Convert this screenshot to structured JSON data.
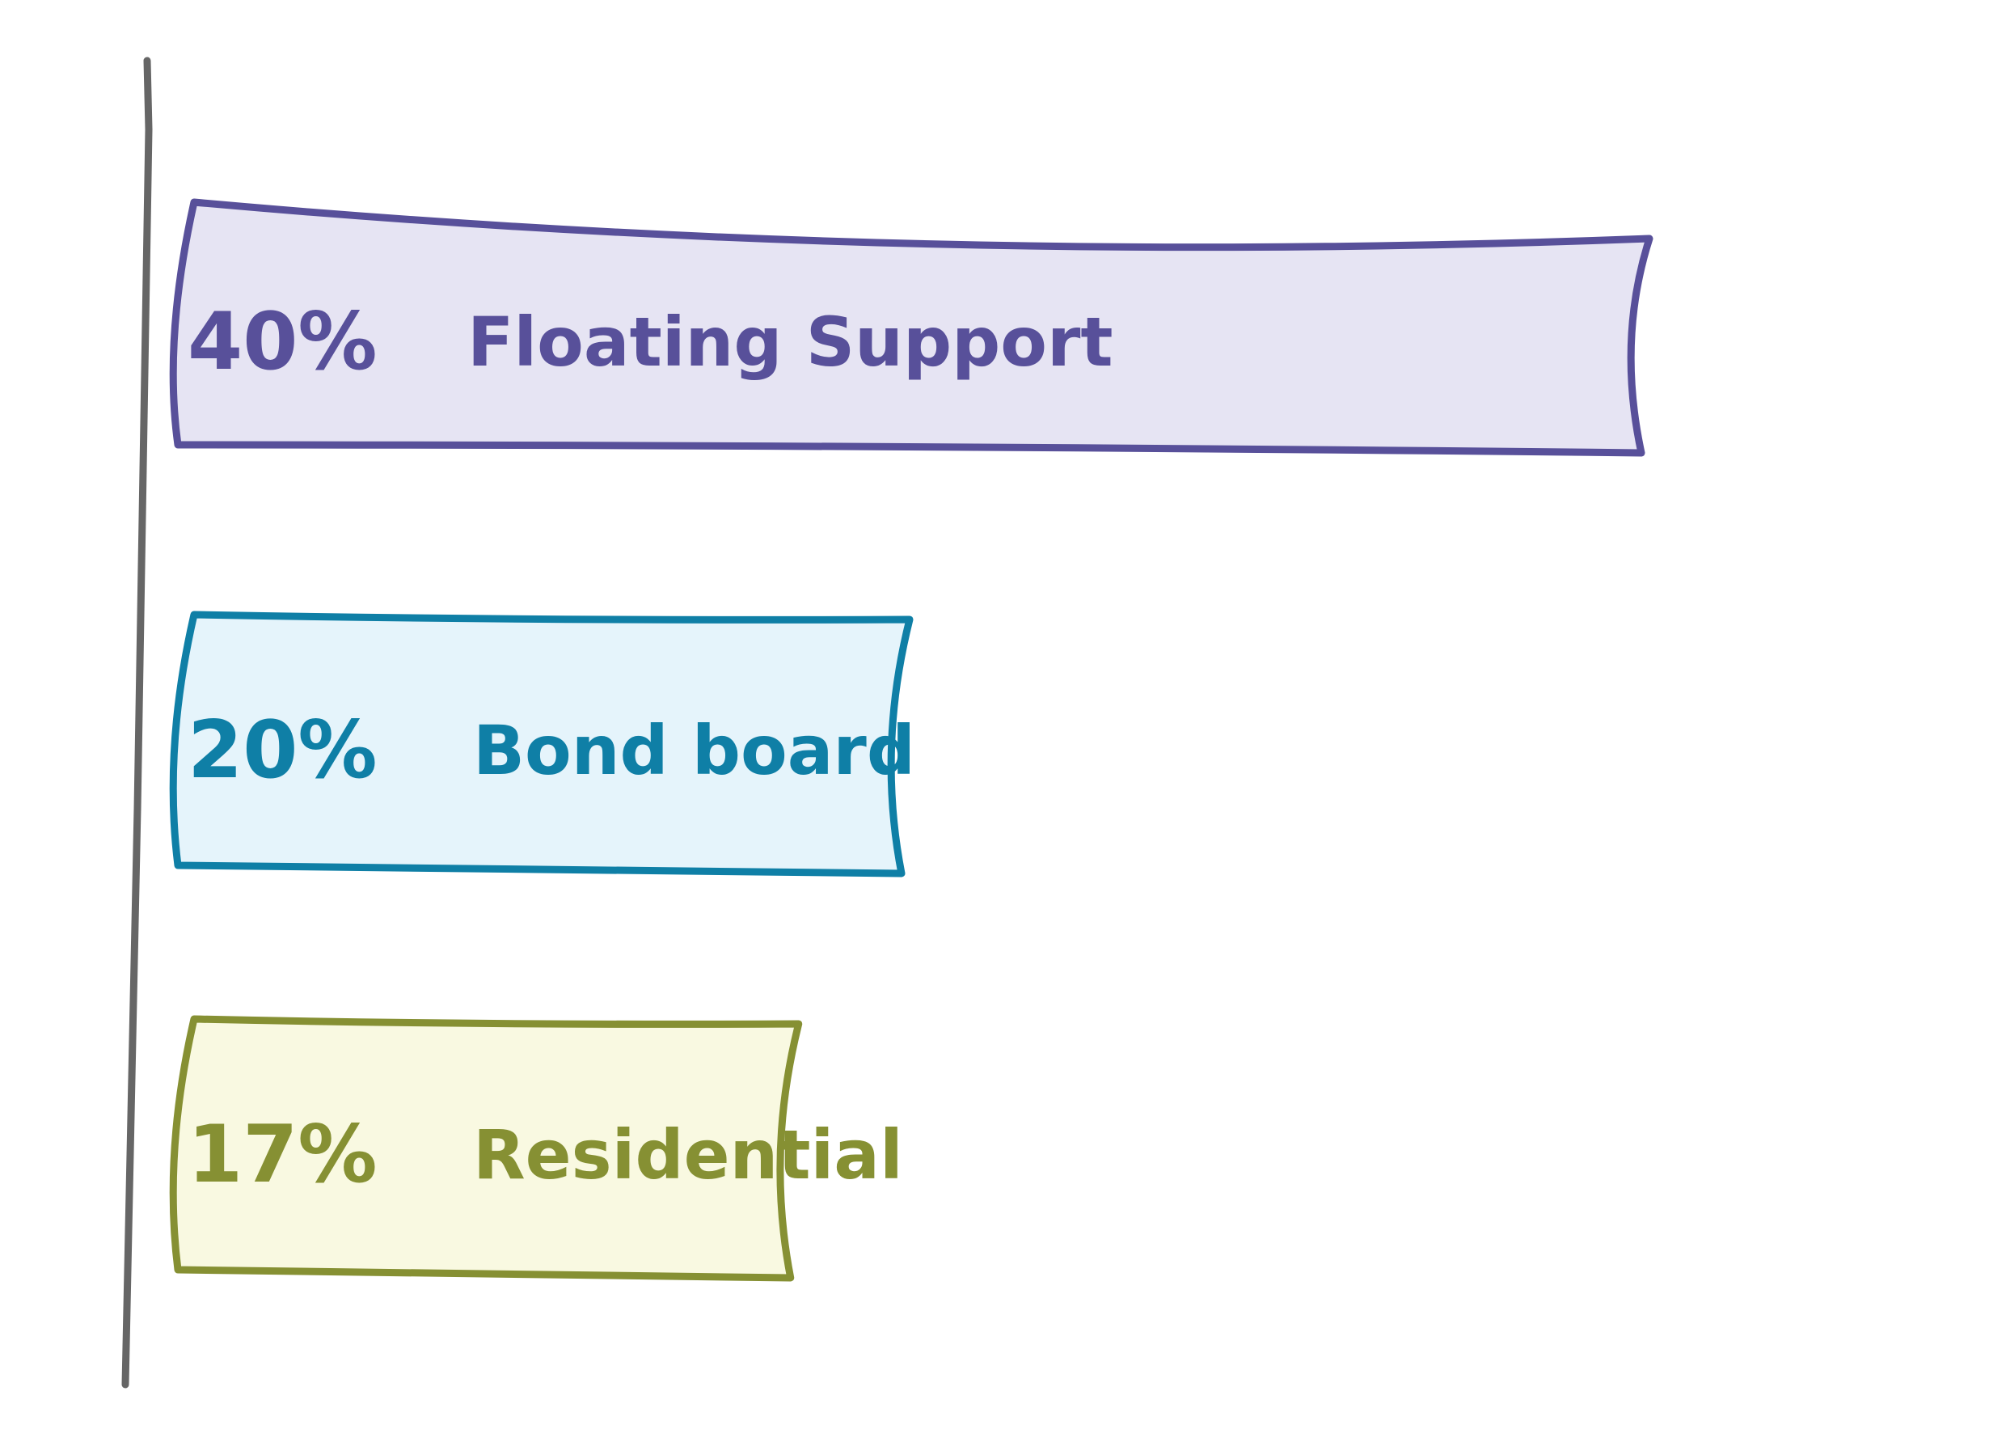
{
  "chart_data": {
    "type": "bar",
    "orientation": "horizontal",
    "categories": [
      "Floating Support",
      "Bond board",
      "Residential"
    ],
    "values": [
      40,
      20,
      17
    ],
    "value_labels": [
      "40%",
      "20%",
      "17%"
    ],
    "xlim": [
      0,
      40
    ],
    "grid": false,
    "legend": "none",
    "colors": {
      "Floating Support": {
        "stroke": "#58509a",
        "fill": "#e6e4f3"
      },
      "Bond board": {
        "stroke": "#0f7fa6",
        "fill": "#e5f4fb"
      },
      "Residential": {
        "stroke": "#869033",
        "fill": "#f9f9e1"
      },
      "axis": "#666666"
    }
  }
}
